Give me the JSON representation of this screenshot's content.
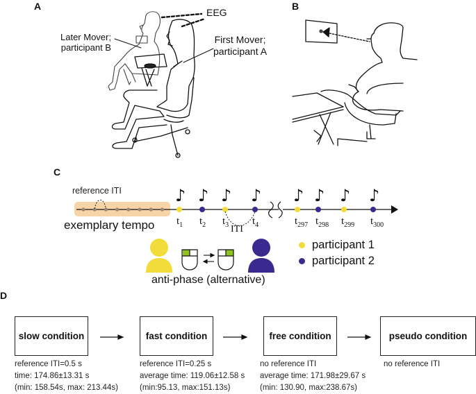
{
  "panels": {
    "a": {
      "label": "A",
      "eeg_label": "EEG",
      "later_mover_line1": "Later Mover;",
      "later_mover_line2": "participant B",
      "first_mover_line1": "First Mover;",
      "first_mover_line2": "participant A"
    },
    "b": {
      "label": "B"
    },
    "c": {
      "label": "C",
      "reference_iti_label": "reference ITI",
      "exemplary_tempo_label": "exemplary tempo",
      "iti_label": "ITI",
      "timeline_points": [
        {
          "name": "t",
          "sub": "1",
          "participant": 1
        },
        {
          "name": "t",
          "sub": "2",
          "participant": 2
        },
        {
          "name": "t",
          "sub": "3",
          "participant": 1
        },
        {
          "name": "t",
          "sub": "4",
          "participant": 2
        },
        {
          "name": "t",
          "sub": "297",
          "participant": 1
        },
        {
          "name": "t",
          "sub": "298",
          "participant": 2
        },
        {
          "name": "t",
          "sub": "299",
          "participant": 1
        },
        {
          "name": "t",
          "sub": "300",
          "participant": 2
        }
      ],
      "reference_dot_count": 8,
      "note_glyph": "♪",
      "anti_phase_label": "anti-phase (alternative)",
      "legend": [
        {
          "label": "participant 1",
          "color": "#f2dc3a"
        },
        {
          "label": "participant 2",
          "color": "#3a2a8f"
        }
      ],
      "colors": {
        "participant1": "#f2dc3a",
        "participant2": "#3a2a8f",
        "tempo_band": "#f7d3a8",
        "mouse_button": "#8fc31f"
      }
    },
    "d": {
      "label": "D",
      "conditions": [
        {
          "title": "slow condition",
          "lines": [
            "reference ITI=0.5 s",
            "time: 174.86±13.31 s",
            "(min: 158.54s, max: 213.44s)"
          ]
        },
        {
          "title": "fast condition",
          "lines": [
            "reference ITI=0.25 s",
            "average time: 119.06±12.58 s",
            "(min:95.13, max:151.13s)"
          ]
        },
        {
          "title": "free condition",
          "lines": [
            "no reference ITI",
            "average time: 171.98±29.67 s",
            "(min: 130.90, max:238.67s)"
          ]
        },
        {
          "title": "pseudo condition",
          "lines": [
            "no reference ITI"
          ]
        }
      ]
    }
  }
}
